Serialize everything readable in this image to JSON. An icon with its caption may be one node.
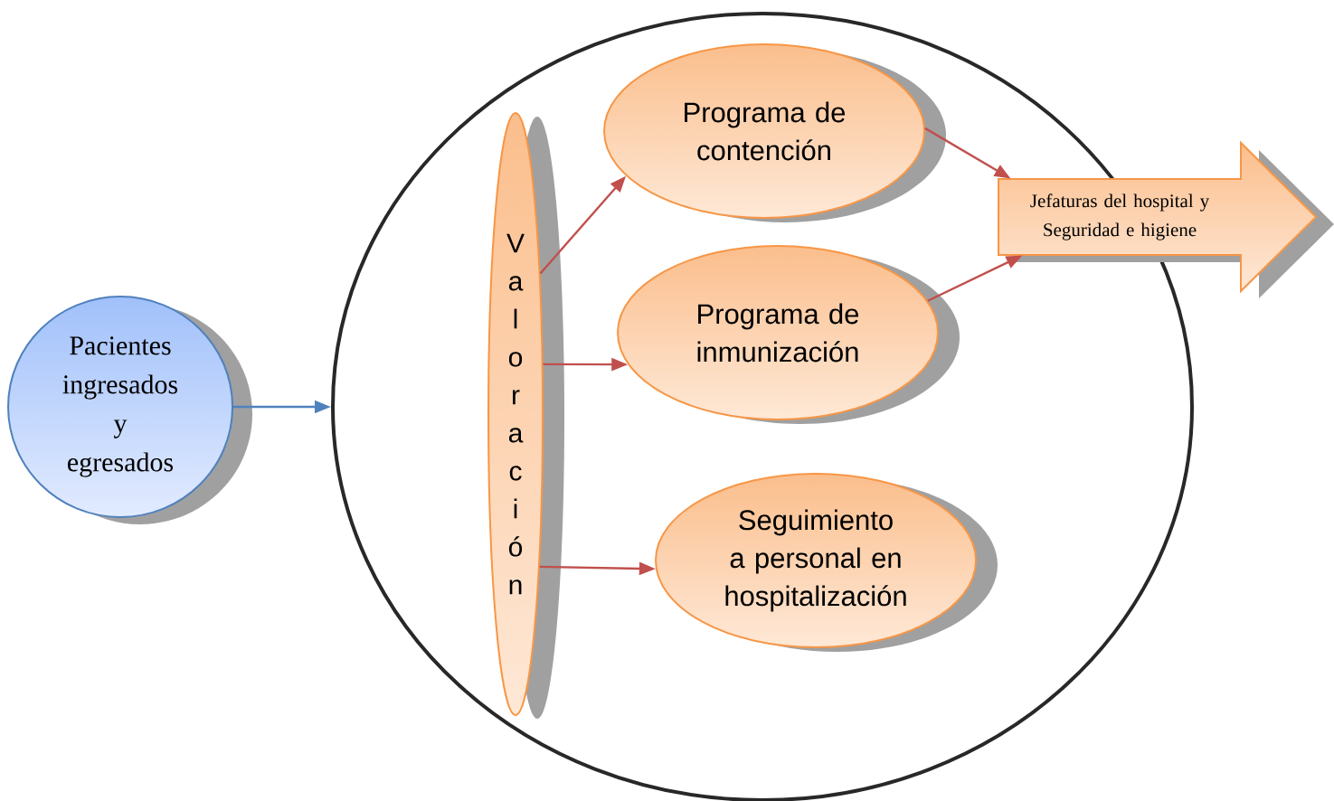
{
  "diagram": {
    "nodes": [
      {
        "text": [
          "Pacientes ingresados y egresados"
        ]
      },
      {
        "text": [],
        "shape": "circle"
      },
      {
        "text": [
          "Valoración"
        ],
        "in": 1
      },
      {
        "text": [
          "Programa de contención"
        ],
        "in": 1
      },
      {
        "text": [
          "Programa de inmunización"
        ],
        "in": 1
      },
      {
        "text": [
          "Seguimiento a personal en hospitalización"
        ],
        "in": 1
      },
      {
        "text": [
          "Jefaturas del hospital y Seguridad e higiene"
        ]
      }
    ],
    "edges": [
      {
        "from": 0,
        "to": 1,
        "arrow": "to",
        "color": "#4f81bd"
      },
      {
        "from": 2,
        "to": 3,
        "arrow": "to"
      },
      {
        "from": 2,
        "to": 4,
        "arrow": "to"
      },
      {
        "from": 2,
        "to": 5,
        "arrow": "to"
      },
      {
        "from": 3,
        "to": 6,
        "arrow": "to"
      },
      {
        "from": 4,
        "to": 6,
        "arrow": "to"
      }
    ]
  }
}
